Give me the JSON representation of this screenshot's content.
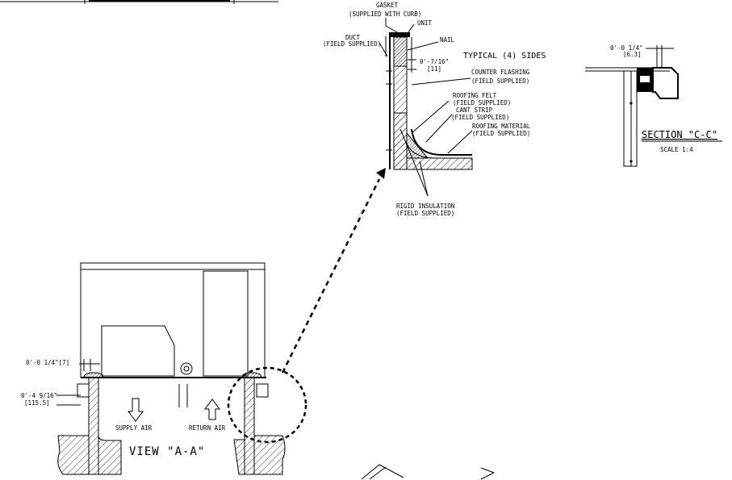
{
  "detail_labels": {
    "gasket": "GASKET",
    "gasket_note": "(SUPPLIED WITH CURB)",
    "unit": "UNIT",
    "duct": "DUCT",
    "duct_note": "(FIELD SUPPLIED)",
    "nail": "NAIL",
    "dim_top": "0'-7/16\"",
    "dim_top_metric": "[11]",
    "typical_sides": "TYPICAL (4) SIDES",
    "counter_flashing": "COUNTER FLASHING",
    "counter_flashing_note": "(FIELD SUPPLIED)",
    "roofing_felt": "ROOFING FELT",
    "roofing_felt_note": "(FIELD SUPPLIED)",
    "cant_strip": "CANT STRIP",
    "cant_strip_note": "(FIELD SUPPLIED)",
    "roofing_material": "ROOFING MATERIAL",
    "roofing_material_note": "(FIELD SUPPLIED)",
    "rigid_insulation": "RIGID INSULATION",
    "rigid_insulation_note": "(FIELD SUPPLIED)"
  },
  "section_cc": {
    "dim": "0'-0 1/4\"",
    "dim_metric": "[6.3]",
    "title": "SECTION \"C-C\"",
    "scale": "SCALE 1:4"
  },
  "view_aa": {
    "dim_gap": "0'-0 1/4\"[7]",
    "dim_height": "0'-4 9/16\"",
    "dim_height_metric": "[115.5]",
    "supply_air": "SUPPLY AIR",
    "return_air": "RETURN AIR",
    "title": "VIEW \"A-A\""
  }
}
